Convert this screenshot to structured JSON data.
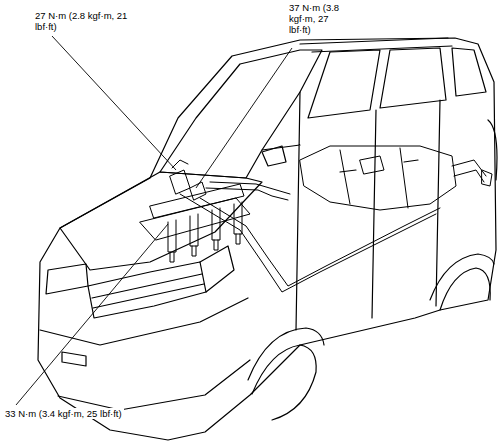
{
  "diagram": {
    "labels": [
      "27 N·m (2.8 kgf·m, 21 lbf·ft)",
      "37 N·m (3.8 kgf·m, 27 lbf·ft)",
      "33 N·m (3.4 kgf·m, 25 lbf·ft)"
    ]
  }
}
